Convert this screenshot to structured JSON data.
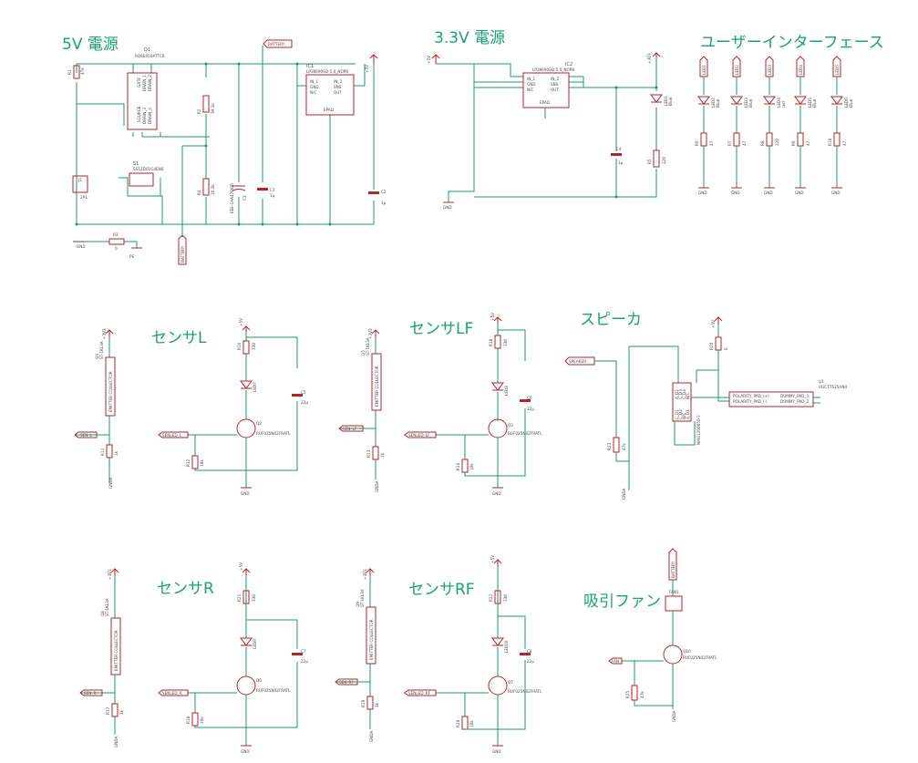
{
  "colors": {
    "wire": "#1a9a6a",
    "part": "#b1262c",
    "title": "#1aa07a",
    "text": "#4a4a4a"
  },
  "titles": {
    "power5v": "5V 電源",
    "power33": "3.3V 電源",
    "ui": "ユーザーインターフェース",
    "senL": "センサL",
    "senLF": "センサLF",
    "speaker": "スピーカ",
    "senR": "センサR",
    "senRF": "センサRF",
    "fan": "吸引ファン"
  },
  "p5": {
    "q1": "Q1",
    "q1v": "RQ6E050ATTCR",
    "q1p1": "GATE",
    "q1p2": "DRAIN_1",
    "q1p3": "DRAIN_2",
    "q1p4": "SOURCE",
    "q1p5": "DRAIN_3",
    "q1p6": "DRAIN_4",
    "r1": "R1",
    "r1v": "47k",
    "s1": "S1",
    "s1v": "SS12D01G4ENS",
    "j1": "J1",
    "j1v": "2P1",
    "r2": "R2",
    "r2v": "39.3k",
    "r4": "R4",
    "r4v": "10.3k",
    "c3": "C3",
    "c3v": "EEE-1AA470WR",
    "c1": "C1",
    "c1v": "1µ",
    "c2": "C2",
    "c2v": "1µ",
    "ic1": "IC1",
    "ic1v": "LP38690SD-5.0_NOPB",
    "ic1in1": "IN_1",
    "ic1gnd": "GND",
    "ic1nc": "N/C",
    "ic1in2": "IN_2",
    "ic1sns": "SNS",
    "ic1out": "OUT",
    "ic1epad": "EPAD",
    "vbat": "BATTERY",
    "vbat2": "BATTERY",
    "v5": "+5V",
    "gnd": "GND",
    "r3": "R3",
    "r3v": "0",
    "pe": "PE"
  },
  "p33": {
    "v5": "+5V",
    "v33": "+3V3",
    "ic2": "IC2",
    "ic2v": "LP38690SD-5.0_NOPB",
    "in1": "IN_1",
    "gnd": "GND",
    "nc": "N/C",
    "in2": "IN_2",
    "sns": "SNS",
    "out": "OUT",
    "epad": "EPAD",
    "c4": "C4",
    "c4v": "1µ",
    "led": "LED1",
    "ledv": "Blue",
    "r5": "R5",
    "r5v": "220",
    "gndl": "GND"
  },
  "ui": {
    "leds": [
      {
        "net": "LED1",
        "led": "LED2",
        "ledv": "Blue",
        "r": "R6",
        "rv": "47"
      },
      {
        "net": "LED2",
        "led": "LED3",
        "ledv": "Blue",
        "r": "R7",
        "rv": "47"
      },
      {
        "net": "LED3",
        "led": "LED4",
        "ledv": "red",
        "r": "R8",
        "rv": "220"
      },
      {
        "net": "LED4",
        "led": "LED5",
        "ledv": "Blue",
        "r": "R9",
        "rv": "47"
      },
      {
        "net": "LED5",
        "led": "LED6",
        "ledv": "Blue",
        "r": "R10",
        "rv": "47"
      }
    ],
    "gnd": "GND"
  },
  "senL": {
    "q": "Q4",
    "qv": "ST-1KL3A",
    "ec": "EMITTER COLLECTOR",
    "v": "+3V3",
    "net": "SEN_L",
    "r": "R11",
    "rv": "1k",
    "gnd": "GNDA",
    "v5": "+5V",
    "rled": "R16",
    "rledv": "330",
    "led": "LED7",
    "c": "C5",
    "cv": "22µ",
    "sig": "SENLED_L",
    "mos": "Q2",
    "mosv": "RUF025N02FRATL",
    "rg": "R12",
    "rgv": "10k",
    "gnd2": "GND"
  },
  "senLF": {
    "q": "Q5",
    "qv": "ST-1KL3A",
    "ec": "EMITTER COLLECTOR",
    "v": "+3V3",
    "net": "SEN_LF",
    "r": "R13",
    "rv": "1k",
    "gnd": "GNDA",
    "v5": "+5V",
    "rled": "R18",
    "rledv": "330",
    "led": "LED8",
    "c": "C6",
    "cv": "22µ",
    "sig": "SENLED_LF",
    "mos": "Q3",
    "mosv": "RUF025N02FRATL",
    "rg": "R14",
    "rgv": "10k",
    "gnd2": "GND"
  },
  "spk": {
    "net": "SPEAKER",
    "v5": "+5V",
    "r": "R24",
    "rv": "0",
    "ic": "NMG1200050-7",
    "pins": [
      "C_D1",
      "C_D2",
      "N/C",
      "A_D1"
    ],
    "pins2": [
      "A_D2",
      "C_D3",
      "C_D4",
      "N/C"
    ],
    "rg": "R23",
    "rgv": "47k",
    "gnd": "GNDA",
    "u": "U1",
    "uv": "UGCT7525AN4",
    "p1": "POLARITY_PAD_(+)",
    "p2": "POLARITY_PAD_(-)",
    "d1": "DUMMY_PAD_1",
    "d2": "DUMMY_PAD_2"
  },
  "senR": {
    "q": "Q8",
    "qv": "ST-1KL3A",
    "ec": "EMITTER COLLECTOR",
    "v": "+3V3",
    "net": "SEN_R",
    "r": "R17",
    "rv": "1k",
    "gnd": "GNDA",
    "v5": "+5V",
    "rled": "R21",
    "rledv": "330",
    "led": "LED9",
    "c": "C7",
    "cv": "22µ",
    "sig": "SENLED_R",
    "mos": "Q6",
    "mosv": "RUF025N02FRATL",
    "rg": "R18",
    "rgv": "10k",
    "gnd2": "GND"
  },
  "senRF": {
    "q": "Q9",
    "qv": "ST-1KL3A",
    "ec": "EMITTER COLLECTOR",
    "v": "+3V3",
    "net": "SEN_RF",
    "r": "R19",
    "rv": "1k",
    "gnd": "GNDA",
    "v5": "+5V",
    "rled": "R22",
    "rledv": "330",
    "led": "LED10",
    "c": "C8",
    "cv": "22µ",
    "sig": "SENLED_RF",
    "mos": "Q7",
    "mosv": "RUF025N02FRATL",
    "rg": "R20",
    "rgv": "10k",
    "gnd2": "GND"
  },
  "fan": {
    "vbat": "BATTERY",
    "fan": "FAN1",
    "net": "FAN",
    "mos": "Q10",
    "mosv": "RUF025N02FRATL",
    "r": "R25",
    "rv": "47k",
    "gnd": "GNDA"
  }
}
